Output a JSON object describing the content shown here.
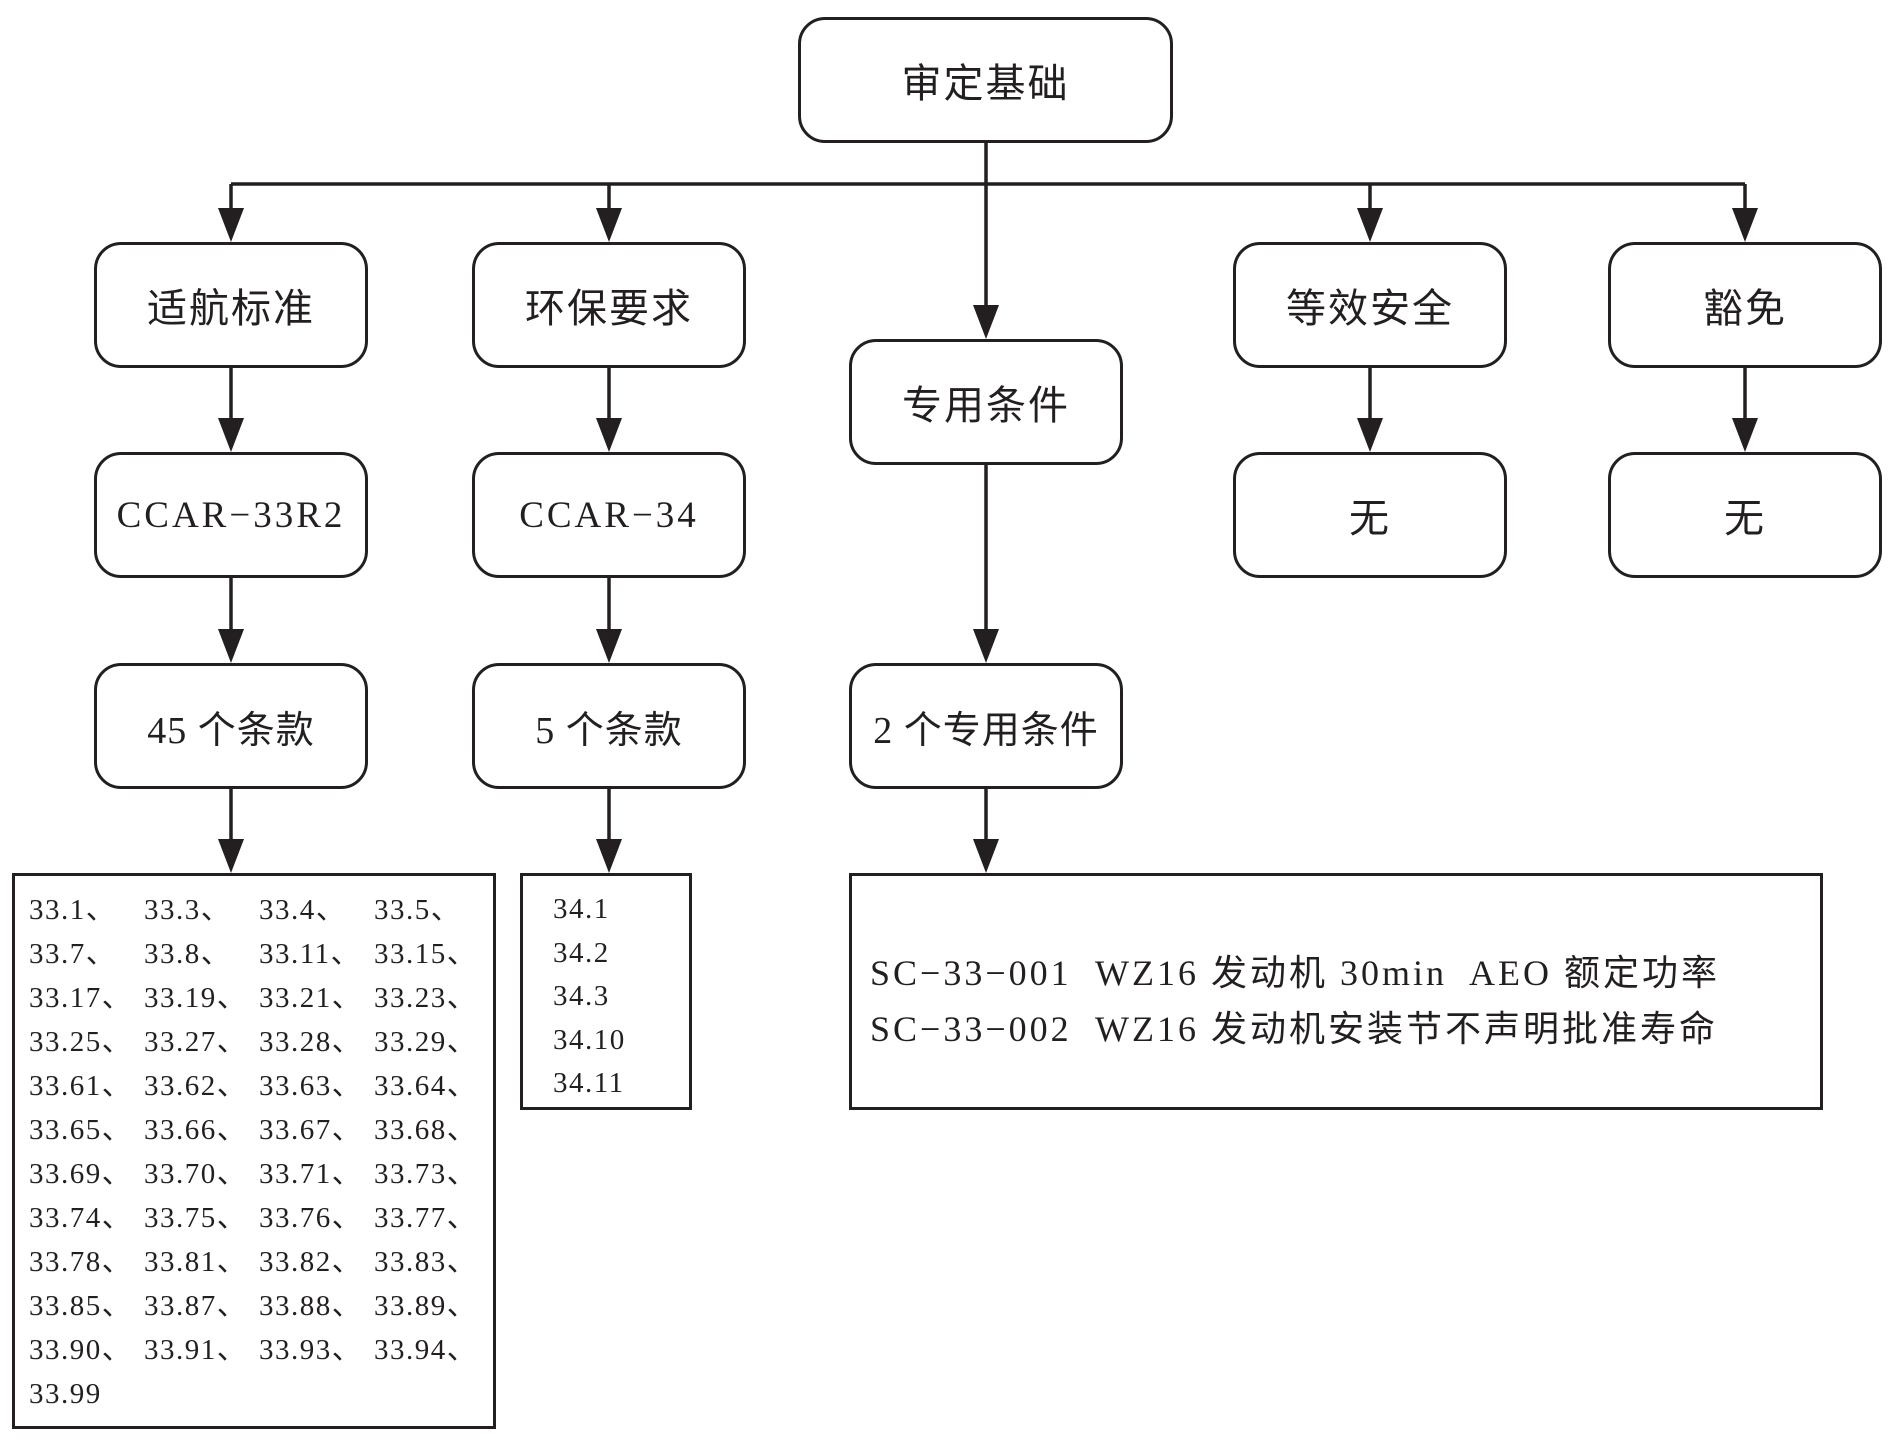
{
  "colors": {
    "stroke": "#231f20",
    "background": "#ffffff"
  },
  "root": {
    "label": "审定基础"
  },
  "branches": [
    {
      "label": "适航标准",
      "standard": "CCAR−33R2",
      "count": "45 个条款",
      "items": [
        "33.1、",
        "33.3、",
        "33.4、",
        "33.5、",
        "33.7、",
        "33.8、",
        "33.11、",
        "33.15、",
        "33.17、",
        "33.19、",
        "33.21、",
        "33.23、",
        "33.25、",
        "33.27、",
        "33.28、",
        "33.29、",
        "33.61、",
        "33.62、",
        "33.63、",
        "33.64、",
        "33.65、",
        "33.66、",
        "33.67、",
        "33.68、",
        "33.69、",
        "33.70、",
        "33.71、",
        "33.73、",
        "33.74、",
        "33.75、",
        "33.76、",
        "33.77、",
        "33.78、",
        "33.81、",
        "33.82、",
        "33.83、",
        "33.85、",
        "33.87、",
        "33.88、",
        "33.89、",
        "33.90、",
        "33.91、",
        "33.93、",
        "33.94、",
        "33.99"
      ]
    },
    {
      "label": "环保要求",
      "standard": "CCAR−34",
      "count": "5 个条款",
      "items": [
        "34.1",
        "34.2",
        "34.3",
        "34.10",
        "34.11"
      ]
    },
    {
      "label": "专用条件",
      "count": "2 个专用条件",
      "items": [
        "SC−33−001  WZ16 发动机 30min  AEO 额定功率",
        "SC−33−002  WZ16 发动机安装节不声明批准寿命"
      ]
    },
    {
      "label": "等效安全",
      "result": "无"
    },
    {
      "label": "豁免",
      "result": "无"
    }
  ]
}
